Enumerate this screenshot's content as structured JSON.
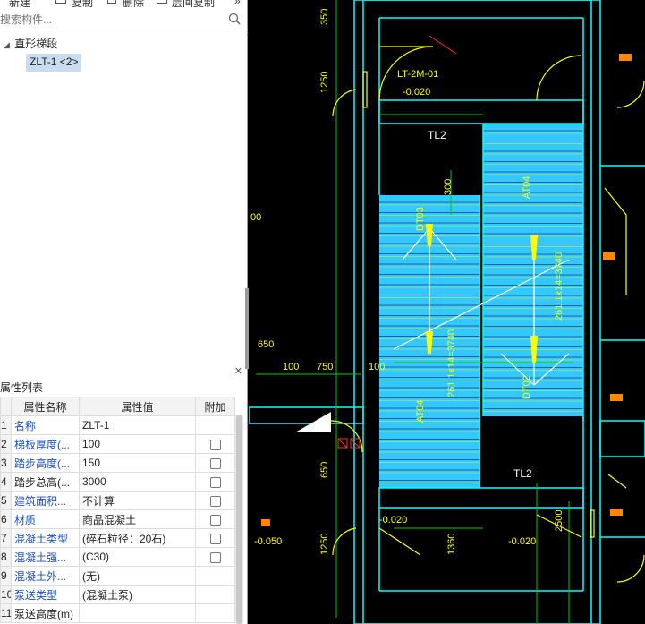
{
  "toolbar": {
    "new_label": "新建",
    "copy_label": "复制",
    "delete_label": "删除",
    "layer_copy_label": "层间复制"
  },
  "search": {
    "placeholder": "搜索构件..."
  },
  "tree": {
    "group_label": "直形梯段",
    "selected_item": "ZLT-1 <2>"
  },
  "properties": {
    "title": "属性列表",
    "headers": {
      "name": "属性名称",
      "value": "属性值",
      "attach": "附加"
    },
    "rows": [
      {
        "idx": "1",
        "name": "名称",
        "value": "ZLT-1",
        "checkbox": false
      },
      {
        "idx": "2",
        "name": "梯板厚度(...",
        "value": "100",
        "checkbox": true
      },
      {
        "idx": "3",
        "name": "踏步高度(...",
        "value": "150",
        "checkbox": true
      },
      {
        "idx": "4",
        "name": "踏步总高(...",
        "value": "3000",
        "checkbox": true
      },
      {
        "idx": "5",
        "name": "建筑面积...",
        "value": "不计算",
        "checkbox": true
      },
      {
        "idx": "6",
        "name": "材质",
        "value": "商品混凝土",
        "checkbox": true
      },
      {
        "idx": "7",
        "name": "混凝土类型",
        "value": "(碎石粒径：20石)",
        "checkbox": true
      },
      {
        "idx": "8",
        "name": "混凝土强...",
        "value": "(C30)",
        "checkbox": true
      },
      {
        "idx": "9",
        "name": "混凝土外...",
        "value": "(无)",
        "checkbox": false
      },
      {
        "idx": "10",
        "name": "泵送类型",
        "value": "(混凝土泵)",
        "checkbox": false
      },
      {
        "idx": "11",
        "name": "泵送高度(m)",
        "value": "",
        "checkbox": false
      }
    ]
  },
  "cad": {
    "labels": {
      "door_tag": "LT-2M-01",
      "elev_top": "-0.020",
      "tl2_top": "TL2",
      "tl2_bottom": "TL2",
      "elev_left": "-0.020",
      "elev_right": "-0.020",
      "elev_far_left": "-0.050",
      "at04_top": "AT04",
      "at04_bottom": "AT04",
      "dt03": "DT03",
      "dt02": "DT02",
      "steps_right": "261.1x14=3740",
      "steps_left": "261.1x14=3740",
      "dim_350": "350",
      "dim_1250_top": "1250",
      "dim_1250_bot": "1250",
      "dim_650": "650",
      "dim_650_left": "650",
      "dim_100a": "100",
      "dim_750": "750",
      "dim_100b": "100",
      "dim_300": "300",
      "dim_00": "00",
      "dim_1360": "1360",
      "dim_2500": "2500"
    },
    "colors": {
      "wall": "#00ffff",
      "stair_fill": "#33c8ff",
      "dim_line": "#00cc00",
      "yellow": "#ffff00",
      "white": "#ffffff",
      "red": "#ff3030",
      "orange": "#ff8800"
    }
  }
}
